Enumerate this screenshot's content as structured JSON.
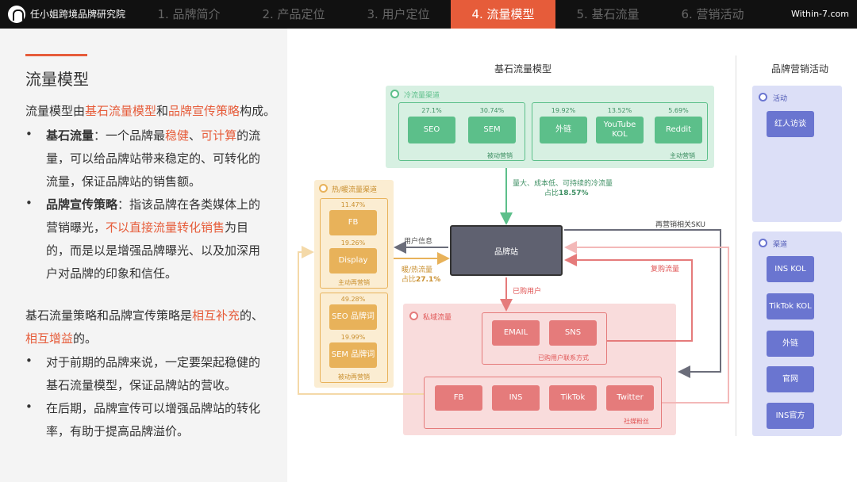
{
  "header": {
    "brand": "任小姐跨境品牌研究院",
    "site": "Within-7.com",
    "tabs": [
      {
        "label": "1. 品牌简介",
        "active": false
      },
      {
        "label": "2. 产品定位",
        "active": false
      },
      {
        "label": "3. 用户定位",
        "active": false
      },
      {
        "label": "4. 流量模型",
        "active": true
      },
      {
        "label": "5. 基石流量",
        "active": false
      },
      {
        "label": "6. 营销活动",
        "active": false
      }
    ]
  },
  "left": {
    "title": "流量模型",
    "intro": {
      "p1": "流量模型由",
      "h1": "基石流量模型",
      "p2": "和",
      "h2": "品牌宣传策略",
      "p3": "构成。"
    },
    "b1": {
      "l1_a": "基石流量",
      "l1_b": "：一个品牌最",
      "l1_c": "稳健",
      "l1_d": "、",
      "l1_e": "可计算",
      "l1_f": "的流",
      "l2": "量，可以给品牌站带来稳定的、可转化的",
      "l3": "流量，保证品牌站的销售额。"
    },
    "b2": {
      "l1_a": "品牌宣传策略",
      "l1_b": "：指该品牌在各类媒体上的",
      "l2_a": "营销曝光，",
      "l2_b": "不以直接流量转化销售",
      "l2_c": "为目",
      "l3": "的，而是以是增强品牌曝光、以及加深用",
      "l4": "户对品牌的印象和信任。"
    },
    "p2": {
      "a": "基石流量策略和品牌宣传策略是",
      "b": "相互补充",
      "c": "的、",
      "d": "相互增益",
      "e": "的。"
    },
    "b3": {
      "l1": "对于前期的品牌来说，一定要架起稳健的",
      "l2": "基石流量模型，保证品牌站的营收。"
    },
    "b4": {
      "l1": "在后期，品牌宣传可以增强品牌站的转化",
      "l2": "率，有助于提高品牌溢价。"
    },
    "bullet": "•"
  },
  "diagram": {
    "title": "基石流量模型",
    "cold": {
      "label": "冷流量渠道",
      "passive": {
        "label": "被动营销",
        "items": [
          {
            "pct": "27.1%",
            "name": "SEO"
          },
          {
            "pct": "30.74%",
            "name": "SEM"
          }
        ]
      },
      "active": {
        "label": "主动营销",
        "items": [
          {
            "pct": "19.92%",
            "name": "外链"
          },
          {
            "pct": "13.52%",
            "name": "YouTube KOL"
          },
          {
            "pct": "5.69%",
            "name": "Reddit"
          }
        ]
      },
      "arrow_note1": "量大、成本低、可持续的冷流量",
      "arrow_note2_a": "占比",
      "arrow_note2_b": "18.57%"
    },
    "warm": {
      "label": "热/暖流量渠道",
      "active": {
        "label": "主动再营销",
        "items": [
          {
            "pct": "11.47%",
            "name": "FB"
          },
          {
            "pct": "19.26%",
            "name": "Display"
          }
        ]
      },
      "passive": {
        "label": "被动再营销",
        "items": [
          {
            "pct": "49.28%",
            "name": "SEO 品牌词"
          },
          {
            "pct": "19.99%",
            "name": "SEM 品牌词"
          }
        ]
      }
    },
    "site": "品牌站",
    "user_info": "用户信息",
    "warm_note1": "暖/热流量",
    "warm_note2_a": "占比",
    "warm_note2_b": "27.1%",
    "remarketing_sku": "再营销相关SKU",
    "repurchase": "复购流量",
    "purchased": "已购用户",
    "private": {
      "label": "私域流量",
      "contacts": {
        "label": "已购用户联系方式",
        "items": [
          "EMAIL",
          "SNS"
        ]
      },
      "social": {
        "label": "社媒粉丝",
        "items": [
          "FB",
          "INS",
          "TikTok",
          "Twitter"
        ]
      }
    }
  },
  "right": {
    "title": "品牌营销活动",
    "activity": {
      "label": "活动",
      "items": [
        "红人访谈"
      ]
    },
    "channels": {
      "label": "渠道",
      "items": [
        "INS KOL",
        "TikTok KOL",
        "外链",
        "官网",
        "INS官方"
      ]
    }
  },
  "colors": {
    "accent": "#e65c3a",
    "green": "#5cbf8a",
    "green_bg": "#d7f0e2",
    "yellow": "#e8b25a",
    "yellow_bg": "#fbedd2",
    "pink": "#e57b7b",
    "pink_bg": "#f9dcdc",
    "purple": "#6a75d0",
    "purple_bg": "#dcdff7",
    "site_box": "#5f6170"
  }
}
